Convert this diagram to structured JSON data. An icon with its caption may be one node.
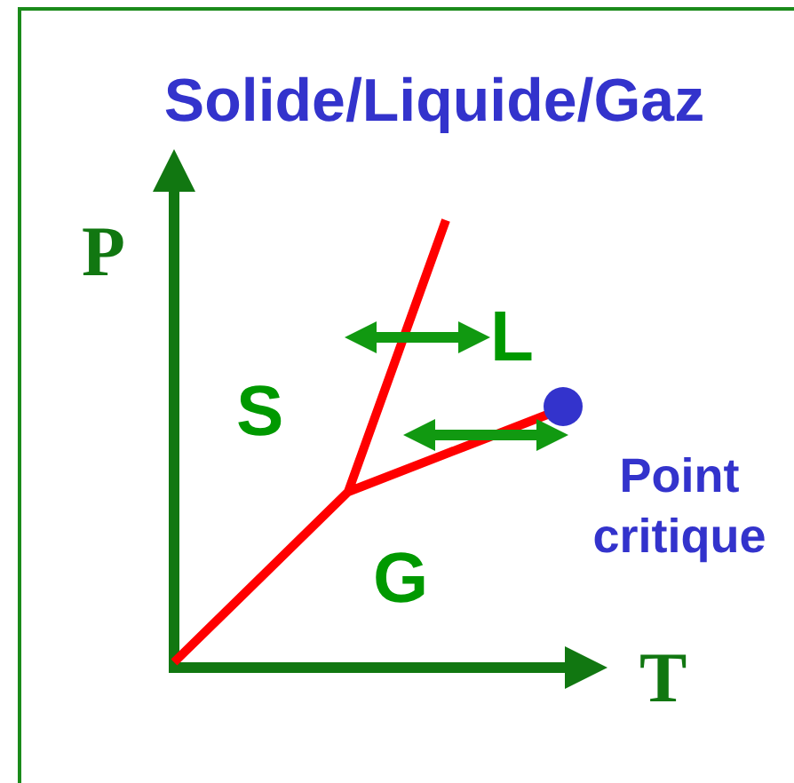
{
  "diagram": {
    "title": "Solide/Liquide/Gaz",
    "nodes": [
      {
        "text": [],
        "shape": "circle",
        "beside": [
          "Point critique"
        ]
      }
    ],
    "labels": [
      "P",
      "L",
      "S",
      "G",
      "T"
    ]
  }
}
